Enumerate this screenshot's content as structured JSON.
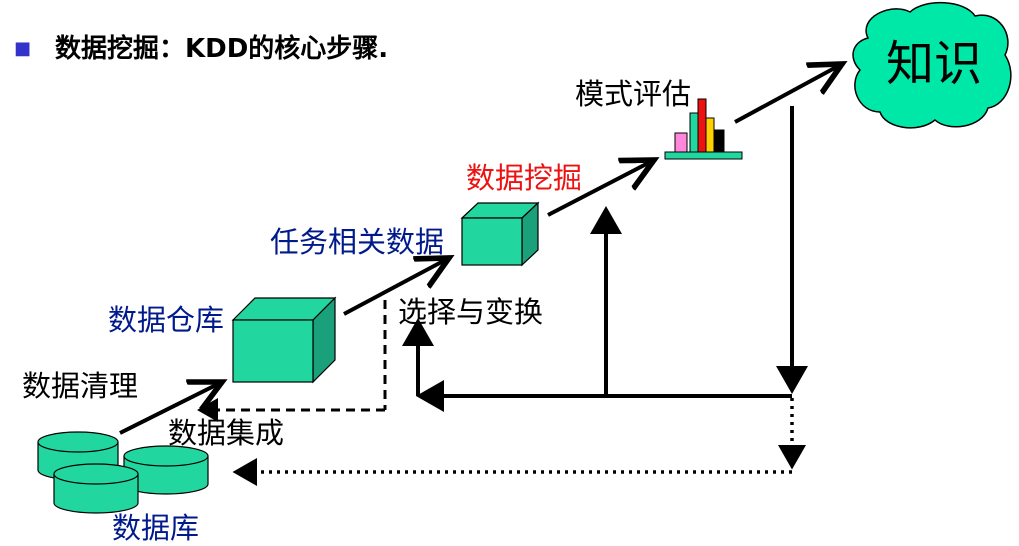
{
  "title": {
    "bullet": "■",
    "text": "数据挖掘：KDD的核心步骤."
  },
  "labels": {
    "database": "数据库",
    "cleaning": "数据清理",
    "integration": "数据集成",
    "warehouse": "数据仓库",
    "task_data": "任务相关数据",
    "selection": "选择与变换",
    "mining": "数据挖掘",
    "evaluation": "模式评估",
    "knowledge": "知识"
  },
  "colors": {
    "cube_fill": "#22d6a0",
    "cloud_fill": "#00e8a8",
    "label_blue": "#001a8c",
    "label_red": "#ee1111",
    "label_black": "#000000",
    "bullet": "#3333cc"
  }
}
